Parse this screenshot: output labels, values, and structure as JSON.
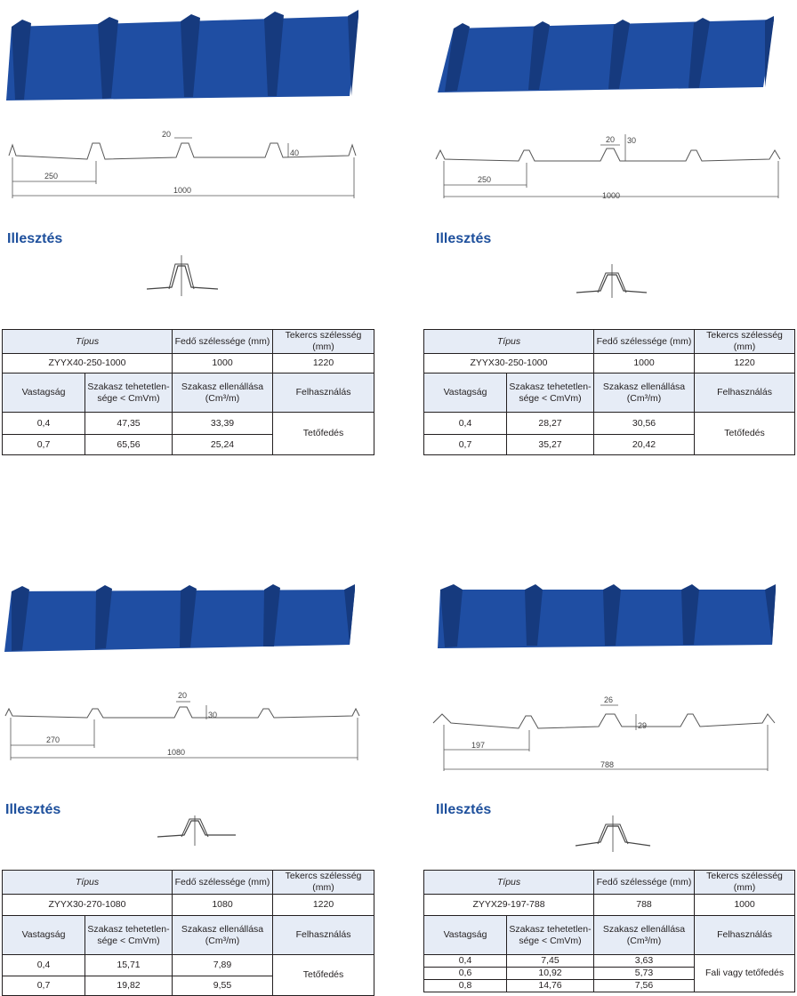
{
  "panels": [
    {
      "dims": {
        "rib_width": "20",
        "rib_height": "40",
        "pitch": "250",
        "total": "1000"
      },
      "heading": "Illesztés",
      "table": {
        "h_type": "Típus",
        "h_cover": "Fedő szélessége (mm)",
        "h_coil": "Tekercs szélesség (mm)",
        "type": "ZYYX40-250-1000",
        "cover": "1000",
        "coil": "1220",
        "h_thick": "Vastagság",
        "h_inertia_1": "Szakasz tehetetlen-",
        "h_inertia_2": "sége < CmVm)",
        "h_resist_1": "Szakasz ellenállása",
        "h_resist_2": "(Cm³/m)",
        "h_use": "Felhasználás",
        "rows": [
          {
            "thick": "0,4",
            "inertia": "47,35",
            "resist": "33,39"
          },
          {
            "thick": "0,7",
            "inertia": "65,56",
            "resist": "25,24"
          }
        ],
        "use": "Tetőfedés"
      }
    },
    {
      "dims": {
        "rib_width": "20",
        "rib_height": "30",
        "pitch": "250",
        "total": "1000"
      },
      "heading": "Illesztés",
      "table": {
        "h_type": "Típus",
        "h_cover": "Fedő szélessége (mm)",
        "h_coil": "Tekercs szélesség (mm)",
        "type": "ZYYX30-250-1000",
        "cover": "1000",
        "coil": "1220",
        "h_thick": "Vastagság",
        "h_inertia_1": "Szakasz tehetetlen-",
        "h_inertia_2": "sége < CmVm)",
        "h_resist_1": "Szakasz ellenállása",
        "h_resist_2": "(Cm³/m)",
        "h_use": "Felhasználás",
        "rows": [
          {
            "thick": "0,4",
            "inertia": "28,27",
            "resist": "30,56"
          },
          {
            "thick": "0,7",
            "inertia": "35,27",
            "resist": "20,42"
          }
        ],
        "use": "Tetőfedés"
      }
    },
    {
      "dims": {
        "rib_width": "20",
        "rib_height": "30",
        "pitch": "270",
        "total": "1080"
      },
      "heading": "Illesztés",
      "table": {
        "h_type": "Típus",
        "h_cover": "Fedő szélessége (mm)",
        "h_coil": "Tekercs szélesség (mm)",
        "type": "ZYYX30-270-1080",
        "cover": "1080",
        "coil": "1220",
        "h_thick": "Vastagság",
        "h_inertia_1": "Szakasz tehetetlen-",
        "h_inertia_2": "sége < CmVm)",
        "h_resist_1": "Szakasz ellenállása",
        "h_resist_2": "(Cm³/m)",
        "h_use": "Felhasználás",
        "rows": [
          {
            "thick": "0,4",
            "inertia": "15,71",
            "resist": "7,89"
          },
          {
            "thick": "0,7",
            "inertia": "19,82",
            "resist": "9,55"
          }
        ],
        "use": "Tetőfedés"
      }
    },
    {
      "dims": {
        "rib_width": "26",
        "rib_height": "29",
        "pitch": "197",
        "total": "788"
      },
      "heading": "Illesztés",
      "table": {
        "h_type": "Típus",
        "h_cover": "Fedő szélessége (mm)",
        "h_coil": "Tekercs szélesség (mm)",
        "type": "ZYYX29-197-788",
        "cover": "788",
        "coil": "1000",
        "h_thick": "Vastagság",
        "h_inertia_1": "Szakasz tehetetlen-",
        "h_inertia_2": "sége < CmVm)",
        "h_resist_1": "Szakasz ellenállása",
        "h_resist_2": "(Cm³/m)",
        "h_use": "Felhasználás",
        "rows": [
          {
            "thick": "0,4",
            "inertia": "7,45",
            "resist": "3,63"
          },
          {
            "thick": "0,6",
            "inertia": "10,92",
            "resist": "5,73"
          },
          {
            "thick": "0,8",
            "inertia": "14,76",
            "resist": "7,56"
          }
        ],
        "use": "Fali vagy tetőfedés"
      }
    }
  ],
  "colors": {
    "sheet": "#1f4ea3",
    "sheet_dark": "#163a7e",
    "heading": "#1d4f9c",
    "header_fill": "#e6ecf6"
  }
}
